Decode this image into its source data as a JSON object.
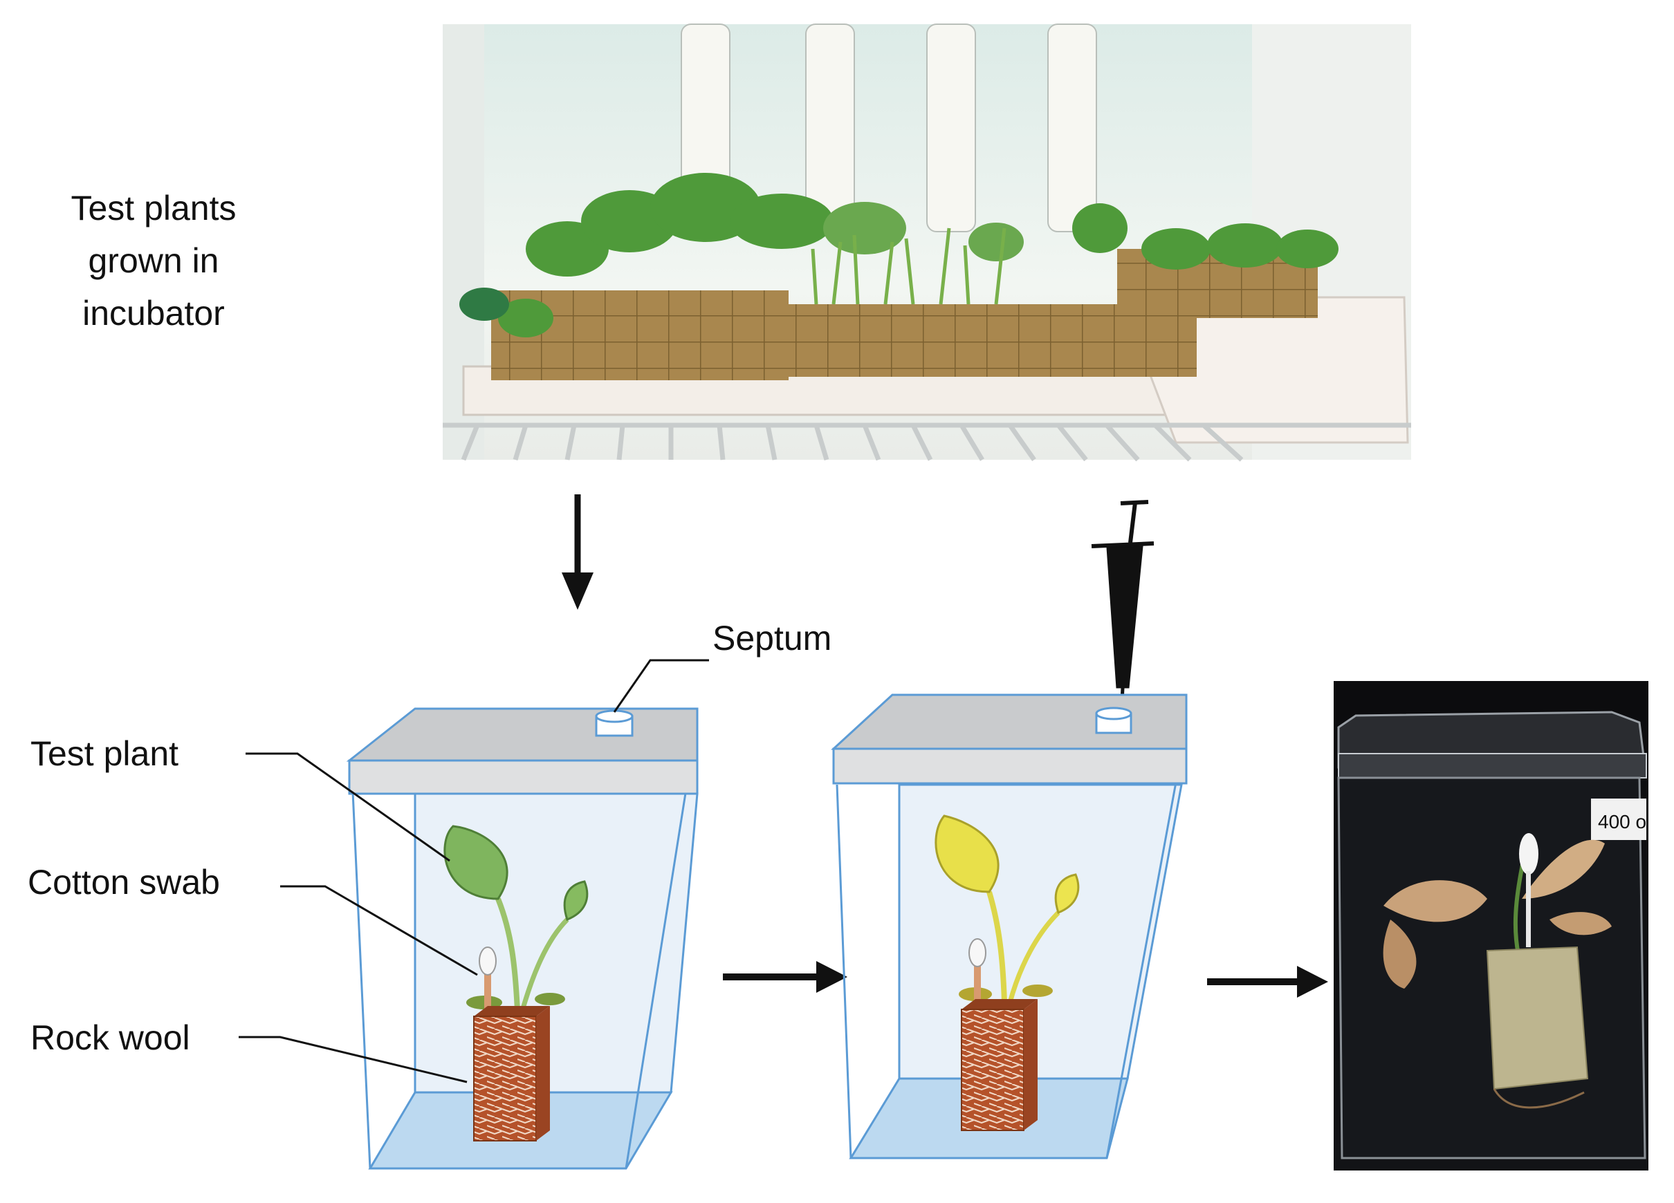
{
  "labels": {
    "top_caption": [
      "Test plants",
      "grown in",
      "incubator"
    ],
    "septum": "Septum",
    "test_plant": "Test plant",
    "cotton_swab": "Cotton swab",
    "rock_wool": "Rock wool",
    "jar_tag": "400 o"
  },
  "colors": {
    "lid": "#c9cbcd",
    "lid_front": "#dfe0e1",
    "glass_edge": "#5b9bd5",
    "glass_fill": "#e6f0f9",
    "water": "#bcd9f0",
    "leaf_healthy": "#7fb55e",
    "leaf_yellow": "#e8e04a",
    "rockwool": "#b5522a",
    "arrow": "#111111"
  }
}
